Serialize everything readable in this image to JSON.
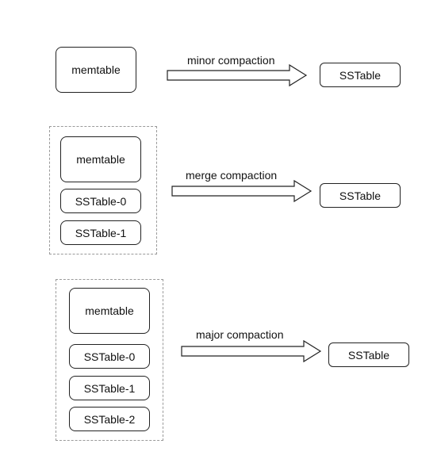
{
  "rows": [
    {
      "sources": [
        "memtable"
      ],
      "arrow_label": "minor compaction",
      "target": "SSTable"
    },
    {
      "sources": [
        "memtable",
        "SSTable-0",
        "SSTable-1"
      ],
      "arrow_label": "merge compaction",
      "target": "SSTable"
    },
    {
      "sources": [
        "memtable",
        "SSTable-0",
        "SSTable-1",
        "SSTable-2"
      ],
      "arrow_label": "major compaction",
      "target": "SSTable"
    }
  ]
}
